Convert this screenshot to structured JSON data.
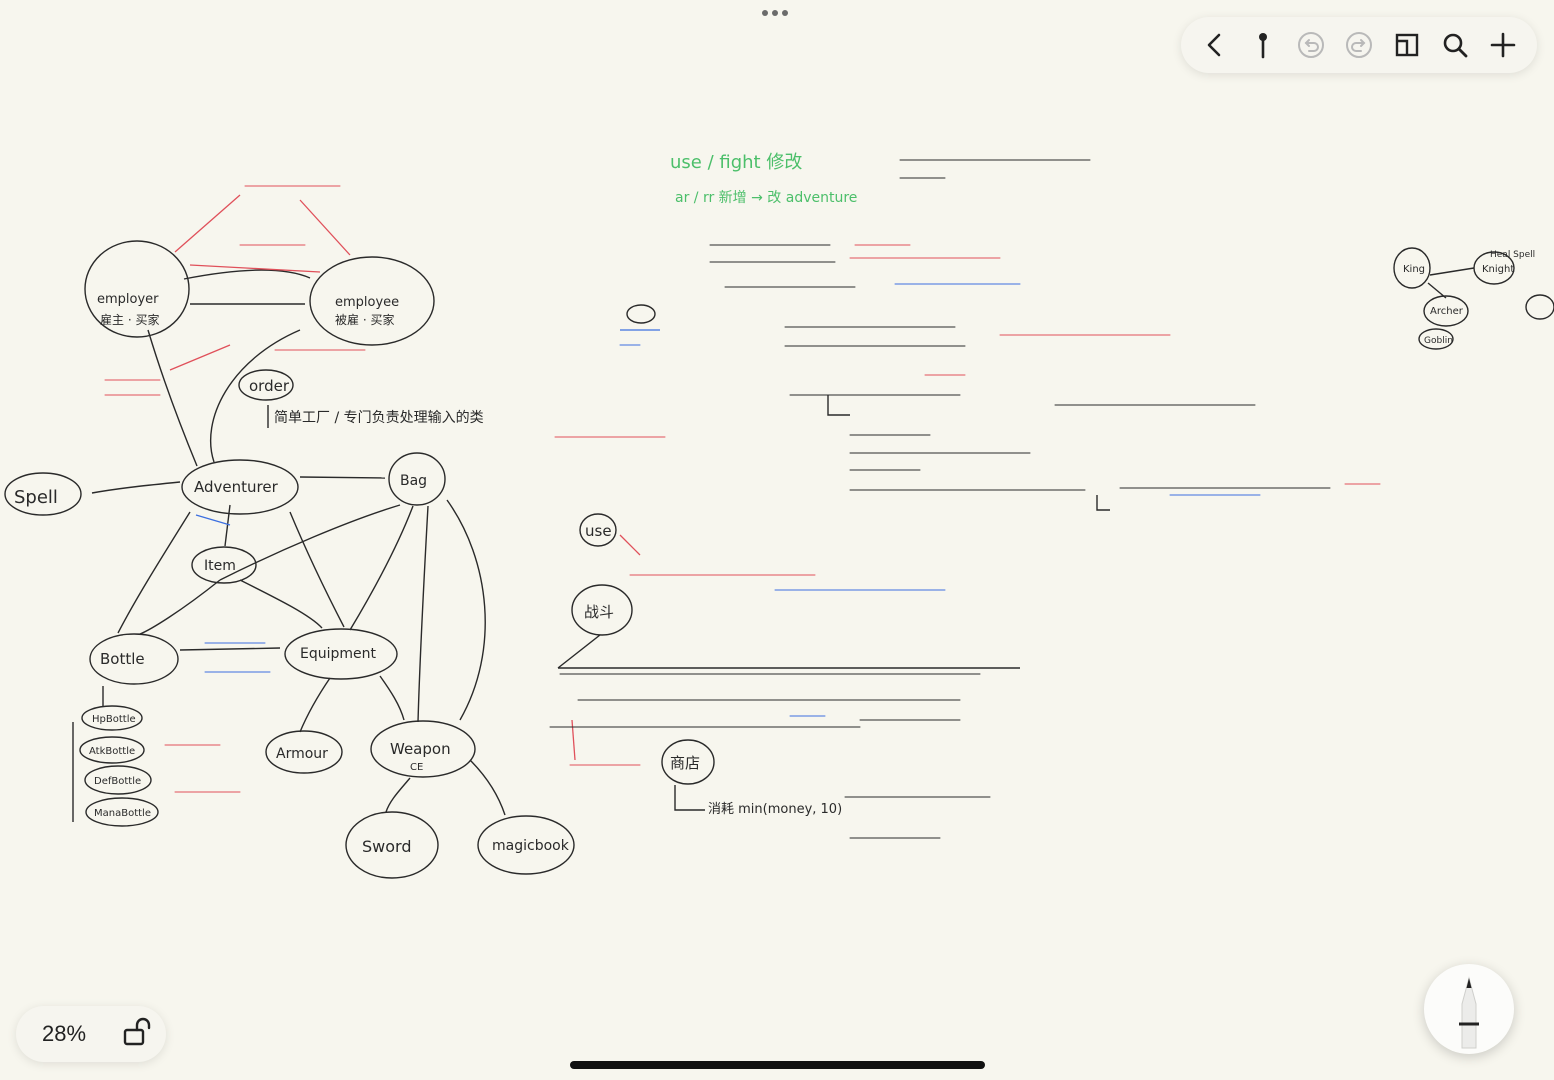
{
  "toolbar": {
    "icons": [
      "back-icon",
      "pen-marker-icon",
      "undo-icon",
      "redo-icon",
      "pages-icon",
      "search-icon",
      "add-icon"
    ]
  },
  "zoom": {
    "label": "28%",
    "icon": "lock-open-icon"
  },
  "colors": {
    "background": "#f7f6ee",
    "ink": "#2a2a2a",
    "red": "#e0505a",
    "green": "#4cbf6a",
    "blue": "#3c6fe0"
  },
  "sketch": {
    "employer": "employer",
    "employer_cn": "雇主 · 买家",
    "employee": "employee",
    "employee_cn": "被雇 · 买家",
    "order": "order",
    "order_note": "简单工厂 / 专门负责处理输入的类",
    "adventurer": "Adventurer",
    "spell": "Spell",
    "bag": "Bag",
    "item": "Item",
    "bottle": "Bottle",
    "equipment": "Equipment",
    "armour": "Armour",
    "weapon": "Weapon",
    "weapon_sub": "CE",
    "sword": "Sword",
    "magicbook": "magicbook",
    "hpbottle": "HpBottle",
    "atkbottle": "AtkBottle",
    "defbottle": "DefBottle",
    "manabottle": "ManaBottle",
    "use": "use",
    "fight_zh": "战斗",
    "shop_zh": "商店",
    "king": "King",
    "knight": "Knight",
    "archer": "Archer",
    "goblin": "Goblin",
    "heal_spell": "Heal Spell",
    "use_fight": "use / fight 修改",
    "ar_rr": "ar / rr 新增 → 改 adventure",
    "bottom_formula": "消耗 min(money, 10)"
  }
}
